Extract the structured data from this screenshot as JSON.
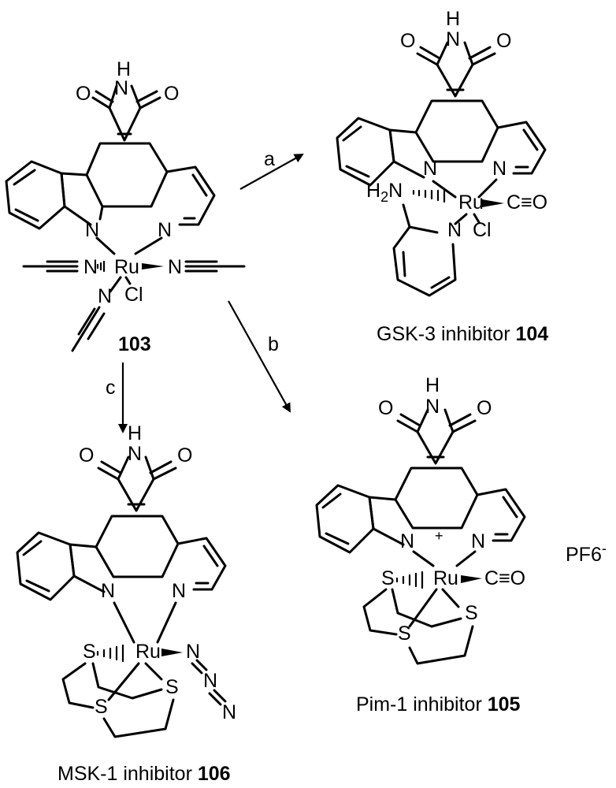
{
  "atoms": {
    "H": "H",
    "N": "N",
    "O": "O",
    "Ru": "Ru",
    "Cl": "Cl",
    "S": "S",
    "H2N": "H2N",
    "CO": "C≡O",
    "plus": "+",
    "PF6": "PF6",
    "minus": "-",
    "hex_F6": "F",
    "sub_2": "2",
    "sub_6": "6"
  },
  "compounds": {
    "c103": {
      "number": "103"
    },
    "c104": {
      "label": "GSK-3 inhibitor ",
      "number": "104"
    },
    "c105": {
      "label": "Pim-1 inhibitor ",
      "number": "105"
    },
    "c106": {
      "label": "MSK-1 inhibitor ",
      "number": "106"
    }
  },
  "reactions": {
    "a": {
      "label": "a"
    },
    "b": {
      "label": "b"
    },
    "c": {
      "label": "c"
    }
  }
}
